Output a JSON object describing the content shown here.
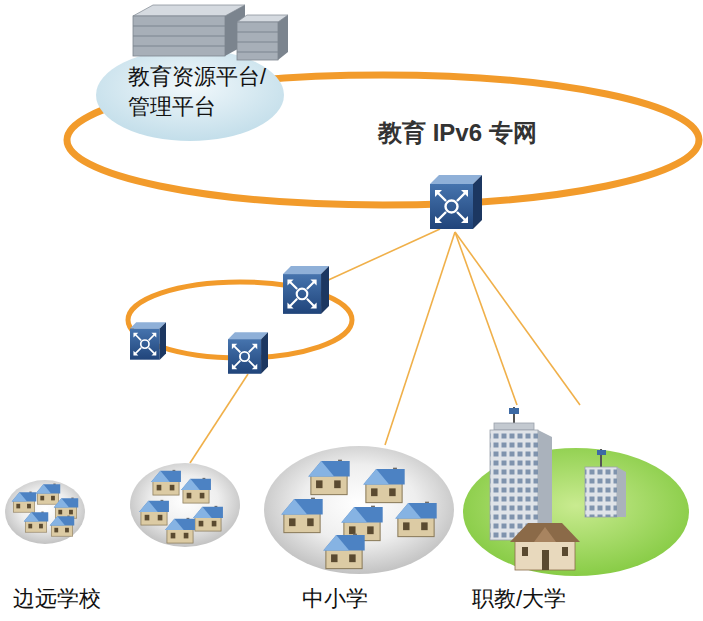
{
  "diagram": {
    "nodes": [
      {
        "text": [
          "教育资源平台/ 管理平台"
        ]
      },
      {
        "text": [
          "教育 IPv6 专网"
        ]
      },
      {
        "text": [
          "边远学校"
        ]
      },
      {
        "text": [
          "中小学"
        ]
      },
      {
        "text": [
          "职教/大学"
        ]
      }
    ],
    "edges": [
      {
        "from": 1,
        "to": 3,
        "arrow": "none"
      },
      {
        "from": 1,
        "to": 4,
        "arrow": "none"
      },
      {
        "from": 1,
        "to": 4,
        "arrow": "none"
      }
    ]
  }
}
